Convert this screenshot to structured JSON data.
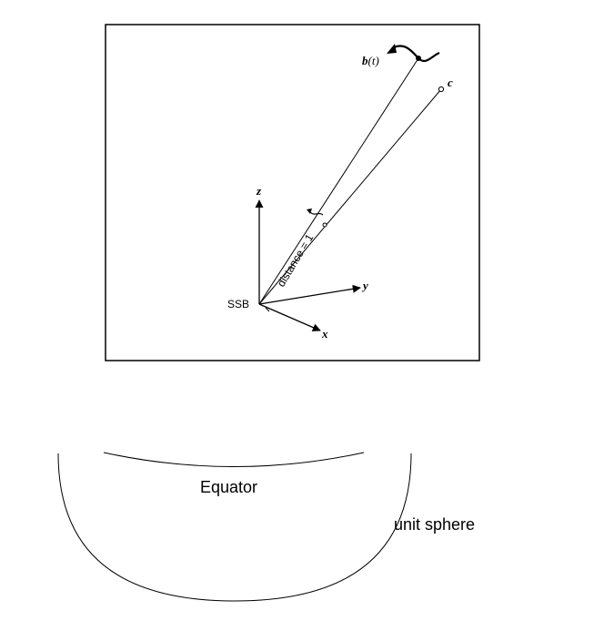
{
  "labels": {
    "ssb": "SSB",
    "axis_x": "x",
    "axis_y": "y",
    "axis_z": "z",
    "b_vec": "b",
    "b_arg": "(t)",
    "c_vec": "c",
    "distance": "distance = 1",
    "equator": "Equator",
    "unit_sphere": "unit sphere"
  }
}
